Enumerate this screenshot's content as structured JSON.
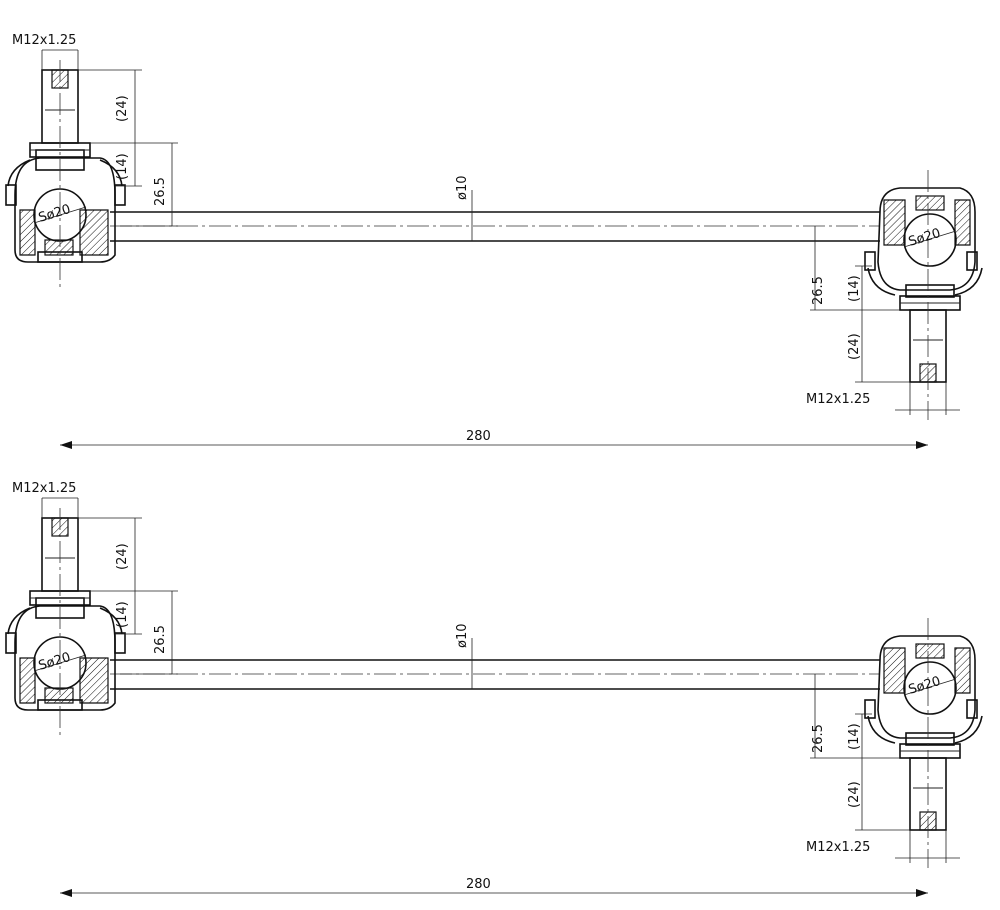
{
  "views": [
    {
      "id": "view-1",
      "thread_left": "M12x1.25",
      "thread_right": "M12x1.25",
      "stud_length_left": "(24)",
      "stud_length_right": "(24)",
      "nut_height_left": "(14)",
      "nut_height_right": "(14)",
      "offset_left": "26.5",
      "offset_right": "26.5",
      "rod_diameter": "ø10",
      "ball_left": "Sø20",
      "ball_right": "Sø20",
      "overall_length": "280"
    },
    {
      "id": "view-2",
      "thread_left": "M12x1.25",
      "thread_right": "M12x1.25",
      "stud_length_left": "(24)",
      "stud_length_right": "(24)",
      "nut_height_left": "(14)",
      "nut_height_right": "(14)",
      "offset_left": "26.5",
      "offset_right": "26.5",
      "rod_diameter": "ø10",
      "ball_left": "Sø20",
      "ball_right": "Sø20",
      "overall_length": "280"
    }
  ]
}
